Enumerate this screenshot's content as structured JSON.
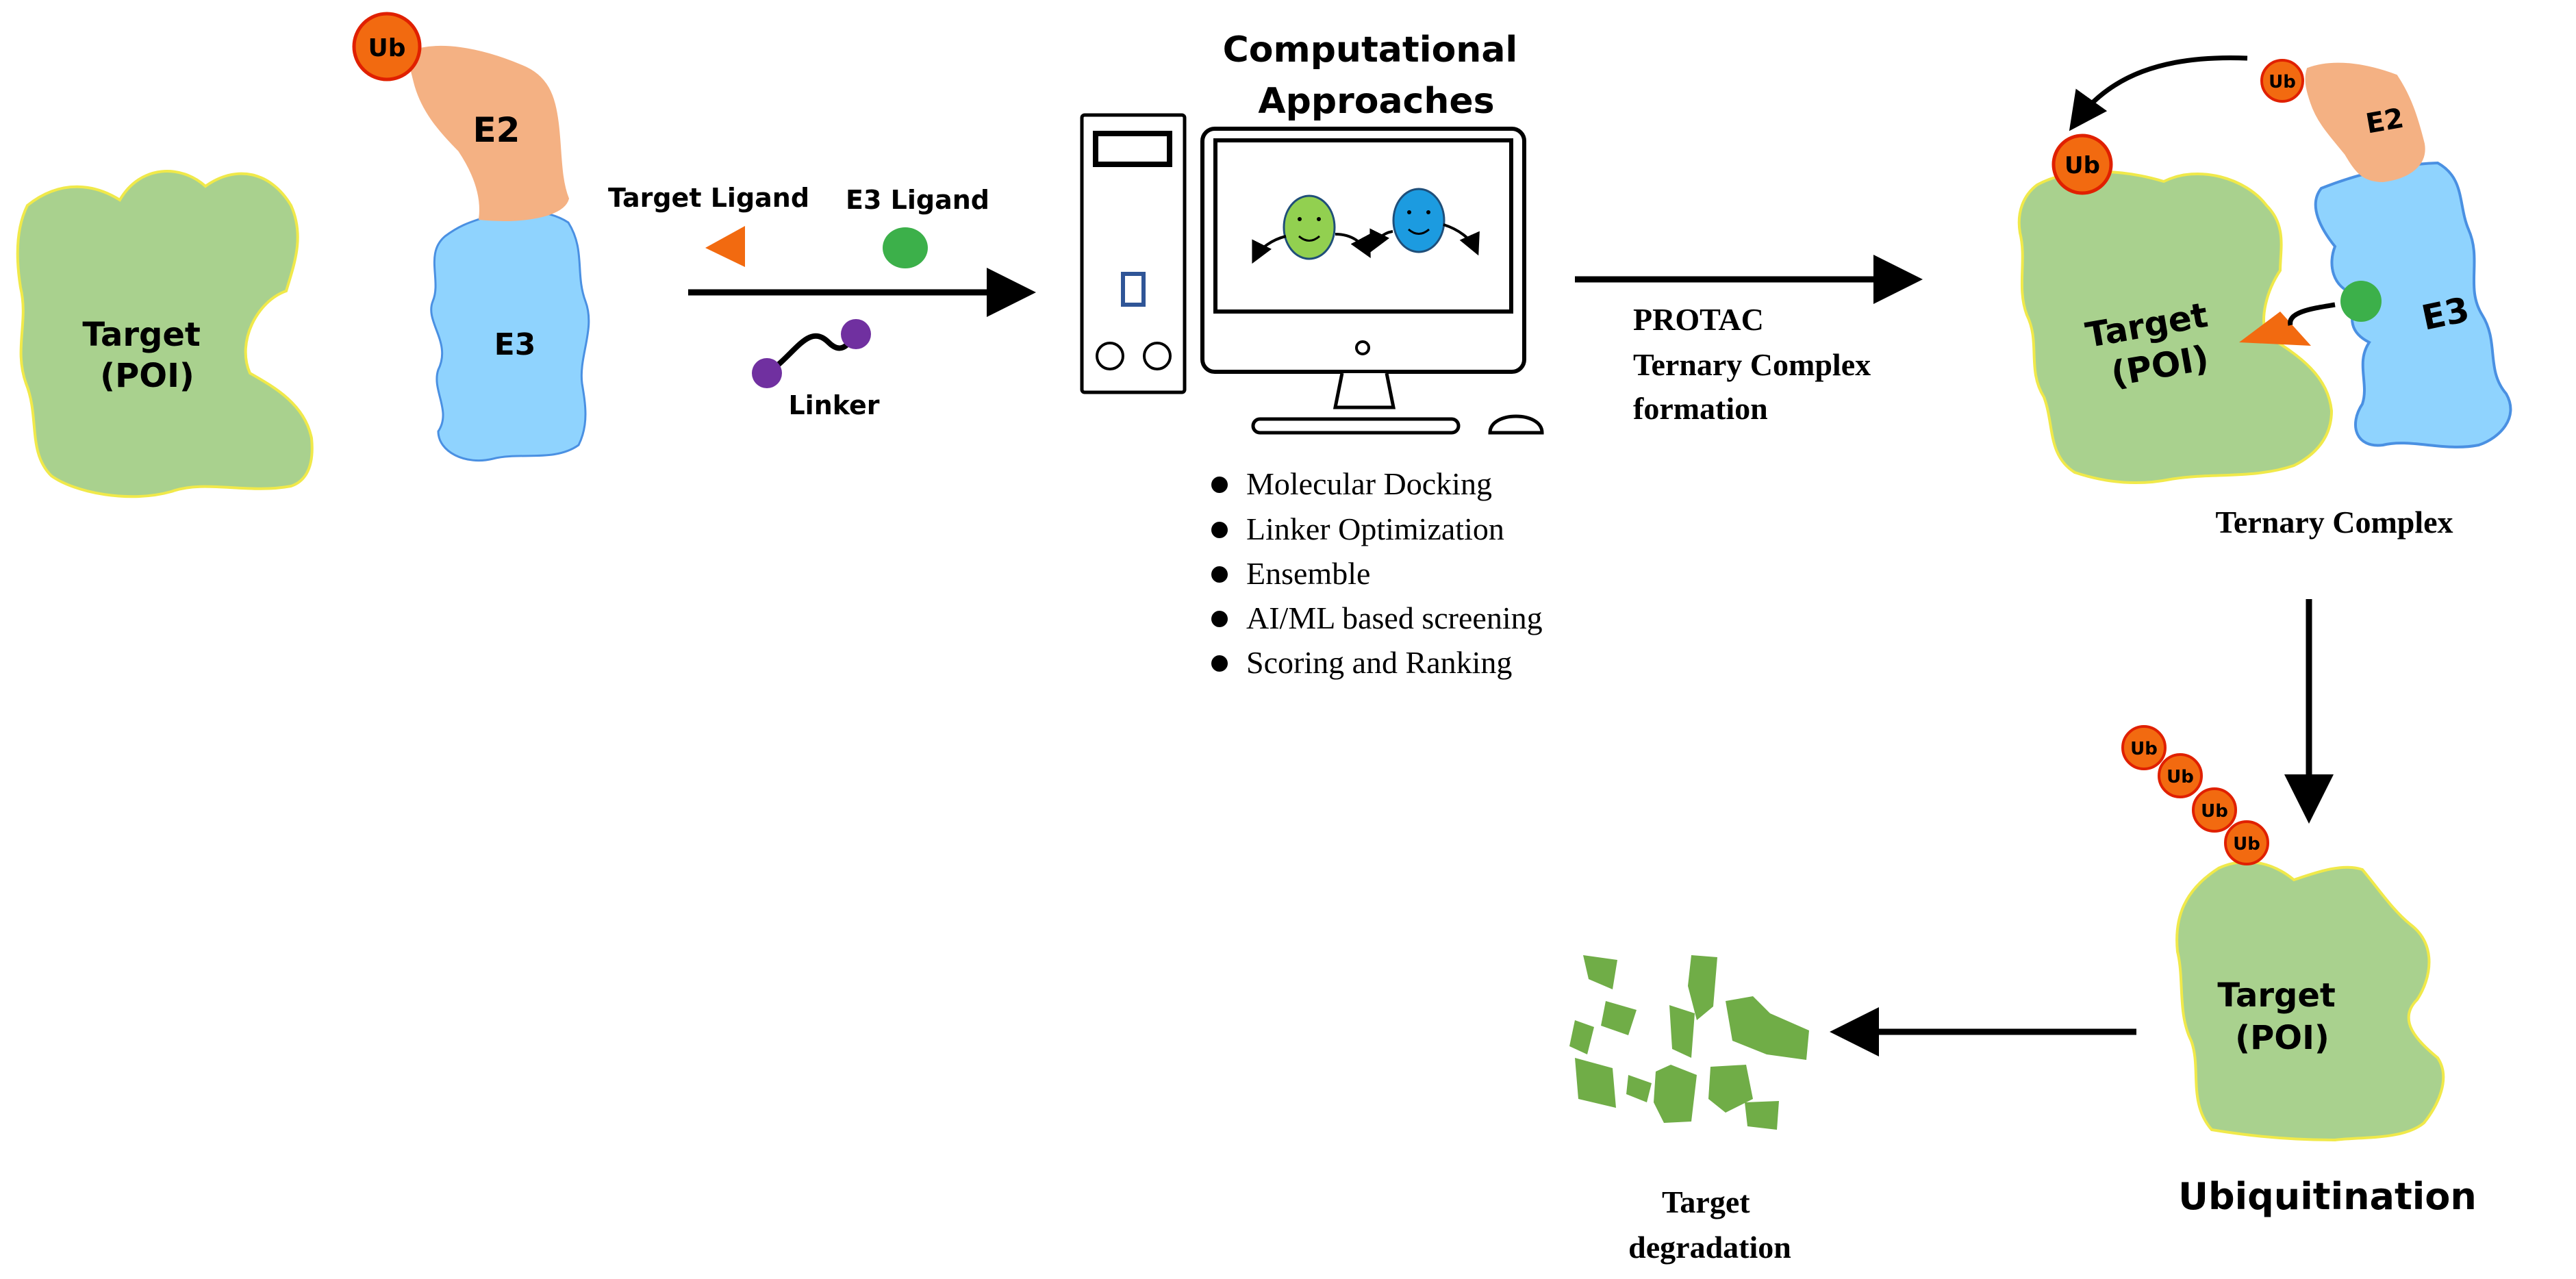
{
  "colors": {
    "target_fill": "#a9d18e",
    "target_stroke": "#f0e94a",
    "e2_fill": "#f4b183",
    "e3_fill": "#8fd3fe",
    "e3_stroke": "#4a90e2",
    "ub_fill": "#f26a10",
    "ub_stroke": "#e02000",
    "target_ligand": "#f26a10",
    "e3_ligand": "#3cb04a",
    "linker_end": "#7030a0",
    "fragment": "#70ad47",
    "face_green": "#92d050",
    "face_blue": "#1c9be0"
  },
  "left_components": {
    "target_label_line1": "Target",
    "target_label_line2": "(POI)",
    "e2_label": "E2",
    "e3_label": "E3",
    "ub_label": "Ub"
  },
  "ligands": {
    "target_ligand_label": "Target Ligand",
    "e3_ligand_label": "E3 Ligand",
    "linker_label": "Linker"
  },
  "computational": {
    "title_line1": "Computational",
    "title_line2": "Approaches",
    "methods": [
      "Molecular  Docking",
      "Linker  Optimization",
      "Ensemble",
      "AI/ML  based screening",
      "Scoring  and Ranking"
    ]
  },
  "protac_step": {
    "line1": "PROTAC",
    "line2": "Ternary  Complex",
    "line3": "formation"
  },
  "ternary_complex": {
    "ub_small": "Ub",
    "ub_large": "Ub",
    "e2_label": "E2",
    "e3_label": "E3",
    "target_line1": "Target",
    "target_line2": "(POI)",
    "caption": "Ternary  Complex"
  },
  "ubiquitination": {
    "ub_chain": [
      "Ub",
      "Ub",
      "Ub",
      "Ub"
    ],
    "target_line1": "Target",
    "target_line2": "(POI)",
    "caption": "Ubiquitination"
  },
  "degradation": {
    "caption_line1": "Target",
    "caption_line2": "degradation"
  }
}
